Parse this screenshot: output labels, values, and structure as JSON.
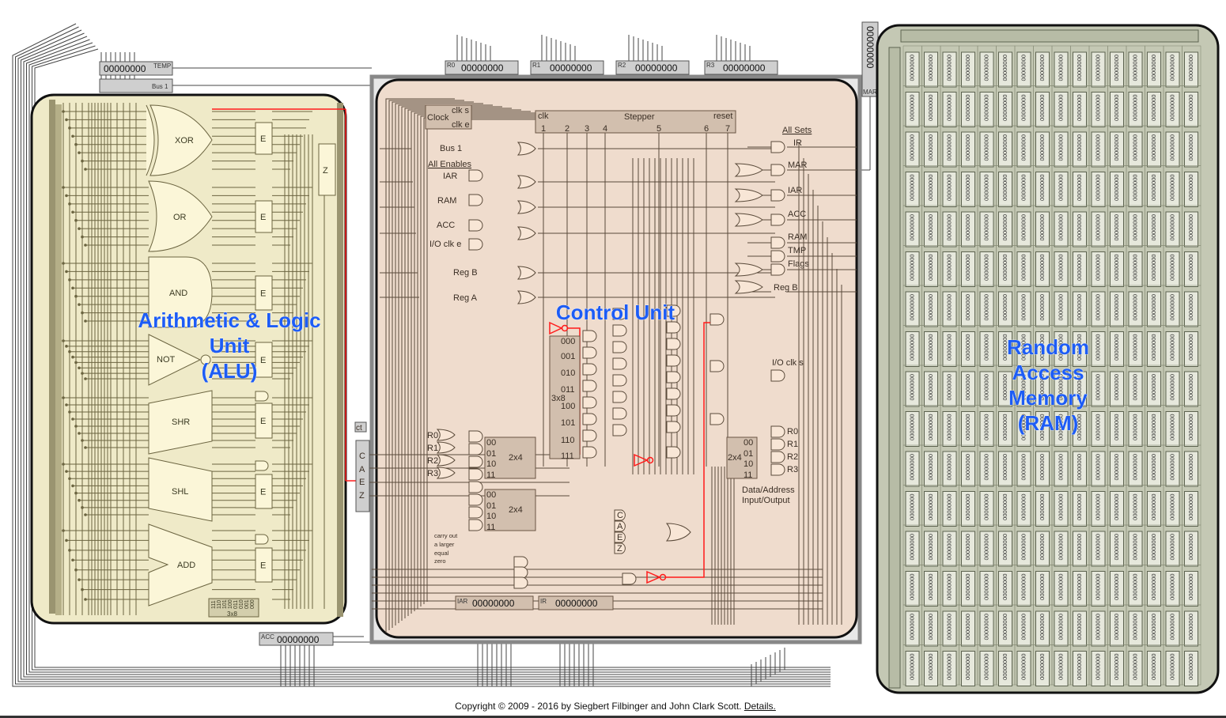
{
  "registers": {
    "temp": {
      "label": "TEMP",
      "value": "00000000"
    },
    "bus1": {
      "label": "Bus 1"
    },
    "r0": {
      "label": "R0",
      "value": "00000000"
    },
    "r1": {
      "label": "R1",
      "value": "00000000"
    },
    "r2": {
      "label": "R2",
      "value": "00000000"
    },
    "r3": {
      "label": "R3",
      "value": "00000000"
    },
    "mar": {
      "label": "MAR",
      "value": "00000000"
    },
    "iar": {
      "label": "IAR",
      "value": "00000000"
    },
    "ir": {
      "label": "IR",
      "value": "00000000"
    },
    "acc": {
      "label": "ACC",
      "value": "00000000"
    }
  },
  "alu": {
    "title_line1": "Arithmetic & Logic",
    "title_line2": "Unit",
    "title_line3": "(ALU)",
    "gates": {
      "xor": "XOR",
      "or": "OR",
      "and": "AND",
      "not": "NOT",
      "shr": "SHR",
      "shl": "SHL",
      "add": "ADD"
    },
    "enable": "E",
    "zero": "Z",
    "decoder": {
      "label": "3x8",
      "outputs": [
        "111",
        "110",
        "101",
        "100",
        "011",
        "010",
        "001",
        "000"
      ]
    }
  },
  "flags": {
    "labels": [
      "C",
      "A",
      "E",
      "Z"
    ],
    "ct": "ct"
  },
  "control": {
    "title": "Control Unit",
    "clock": {
      "label": "Clock",
      "clk_s": "clk s",
      "clk_e": "clk e"
    },
    "stepper": {
      "label": "Stepper",
      "clk": "clk",
      "reset": "reset",
      "steps": [
        "1",
        "2",
        "3",
        "4",
        "5",
        "6",
        "7"
      ]
    },
    "enables": {
      "header": "All Enables",
      "bus1": "Bus 1",
      "iar": "IAR",
      "ram": "RAM",
      "acc": "ACC",
      "io_clk_e": "I/O clk e",
      "reg_b": "Reg B",
      "reg_a": "Reg A"
    },
    "sets": {
      "header": "All Sets",
      "ir": "IR",
      "mar": "MAR",
      "iar": "IAR",
      "acc": "ACC",
      "ram": "RAM",
      "tmp": "TMP",
      "flags": "Flags",
      "reg_b": "Reg B",
      "io_clk_s": "I/O clk s"
    },
    "decoder3x8": {
      "label": "3x8",
      "outputs": [
        "000",
        "001",
        "010",
        "011",
        "100",
        "101",
        "110",
        "111"
      ]
    },
    "decoder2x4": {
      "label": "2x4",
      "outputs": [
        "00",
        "01",
        "10",
        "11"
      ]
    },
    "reg_select": [
      "R0",
      "R1",
      "R2",
      "R3"
    ],
    "flag_inputs": [
      "carry out",
      "a larger",
      "equal",
      "zero"
    ],
    "io_label_1": "Data/Address",
    "io_label_2": "Input/Output"
  },
  "ram": {
    "title_line1": "Random",
    "title_line2": "Access",
    "title_line3": "Memory",
    "title_line4": "(RAM)",
    "rows": 16,
    "cols": 16,
    "cell_value": "00000000",
    "selected_cell": [
      0,
      0
    ]
  },
  "colors": {
    "alu_bg": "#efeac8",
    "cu_bg": "#efdccd",
    "ram_bg": "#c4c8b4",
    "label_blue": "#1d5cf5",
    "active_wire": "#ff1a1a"
  },
  "footer": {
    "text": "Copyright © 2009 - 2016 by Siegbert Filbinger and John Clark Scott. ",
    "link": "Details."
  }
}
